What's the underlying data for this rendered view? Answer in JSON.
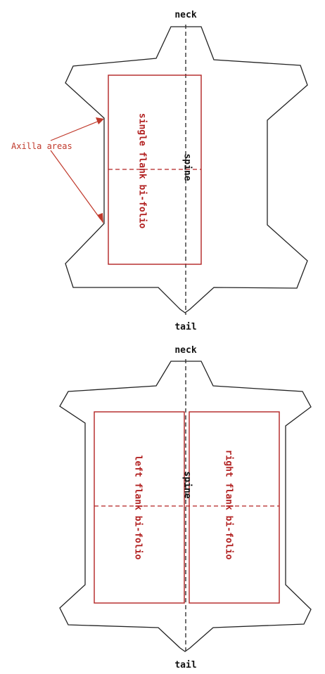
{
  "diagram_top": {
    "neck_label": "neck",
    "tail_label": "tail",
    "spine_label": "spine",
    "folio_label": "single flank bi-folio",
    "callout_label": "Axilla areas"
  },
  "diagram_bottom": {
    "neck_label": "neck",
    "tail_label": "tail",
    "spine_label": "spine",
    "left_folio_label": "left flank bi-folio",
    "right_folio_label": "right flank bi-folio"
  },
  "colors": {
    "outline": "#222222",
    "folio": "#b22222",
    "callout": "#c0392b"
  }
}
